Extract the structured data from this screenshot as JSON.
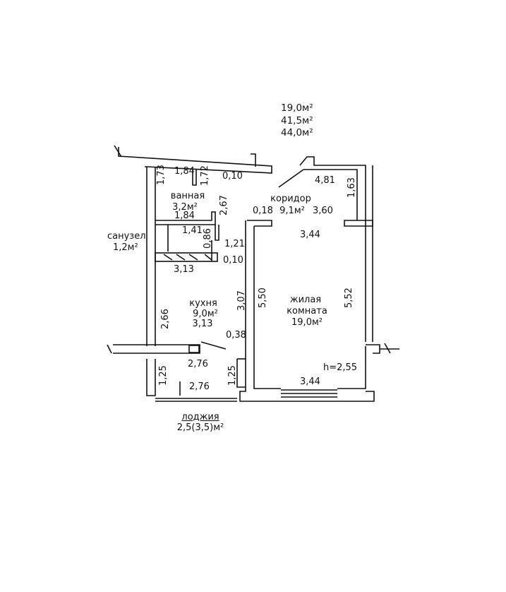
{
  "areas": {
    "living": "19,0м²",
    "useful": "41,5м²",
    "total": "44,0м²"
  },
  "rooms": {
    "bathroom": {
      "name": "ванная",
      "area": "3,2м²"
    },
    "toilet": {
      "name": "санузел",
      "area": "1,2м²"
    },
    "corridor": {
      "name": "коридор",
      "area": "9,1м²"
    },
    "kitchen": {
      "name": "кухня",
      "area": "9,0м²"
    },
    "living_room": {
      "name_line1": "жилая",
      "name_line2": "комната",
      "area": "19,0м²"
    },
    "loggia": {
      "name": "лоджия",
      "area": "2,5(3,5)м²"
    }
  },
  "height": "h=2,55",
  "dimensions": {
    "bath_width_top": "1,84",
    "bath_height": "1,73",
    "bath_inner": "1,72",
    "bath_gap": "0,10",
    "bath_width_bottom": "1,84",
    "bath_right": "2,67",
    "toilet_width": "1,41",
    "toilet_height": "0,86",
    "corridor_top": "4,81",
    "corridor_right": "1,63",
    "corridor_gap": "0,18",
    "corridor_width": "3,60",
    "corridor_mid": "1,21",
    "kitchen_gap": "0,10",
    "kitchen_width_top": "3,13",
    "kitchen_width_mid": "3,13",
    "kitchen_left": "2,66",
    "kitchen_right": "3,07",
    "kitchen_door": "0,38",
    "living_top": "3,44",
    "living_left": "5,50",
    "living_right": "5,52",
    "living_bottom": "3,44",
    "loggia_top": "2,76",
    "loggia_bottom": "2,76",
    "loggia_left": "1,25",
    "loggia_right": "1,25"
  }
}
